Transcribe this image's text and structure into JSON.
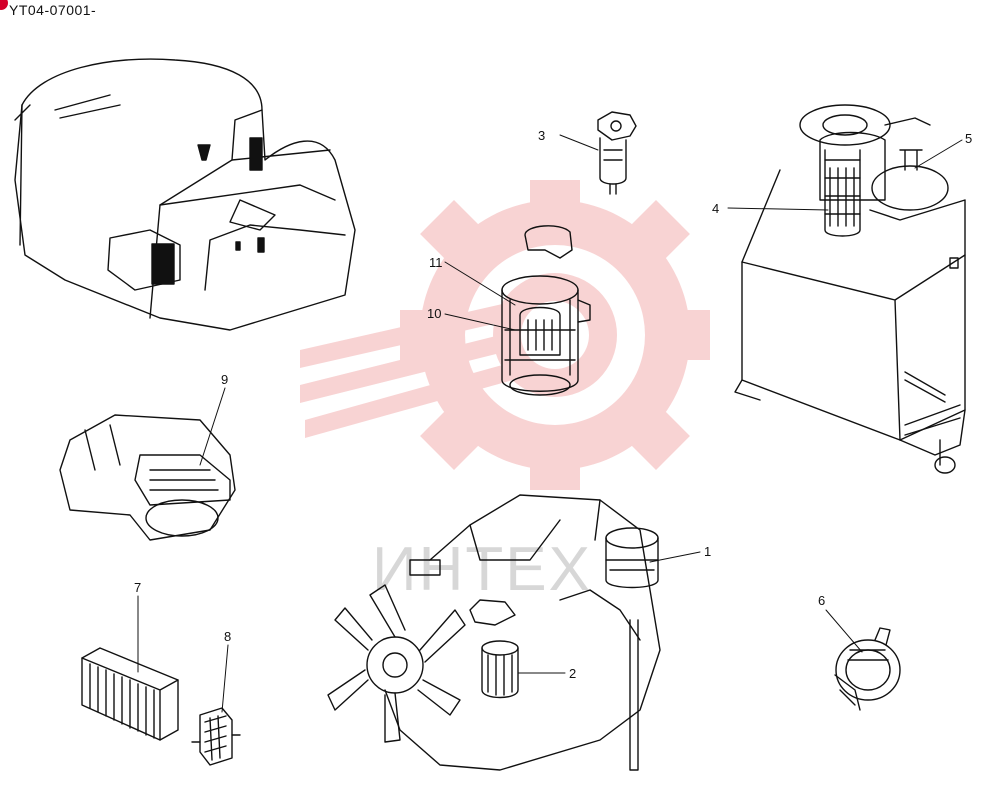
{
  "document": {
    "code": "YT04-07001-"
  },
  "watermark": {
    "text": "ИНТЕХ",
    "color": "#f4b7b7"
  },
  "accent": "#d4002a",
  "callouts": {
    "c1": "1",
    "c2": "2",
    "c3": "3",
    "c4": "4",
    "c5": "5",
    "c6": "6",
    "c7": "7",
    "c8": "8",
    "c9": "9",
    "c10": "10",
    "c11": "11"
  }
}
